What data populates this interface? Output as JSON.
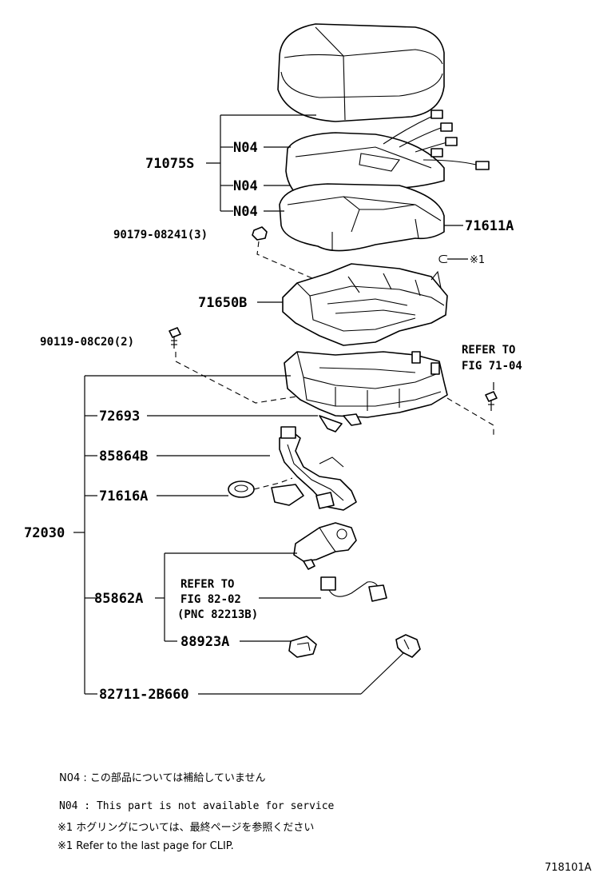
{
  "callouts": {
    "p71075S": "71075S",
    "n04_a": "N04",
    "n04_b": "N04",
    "n04_c": "N04",
    "p71611A": "71611A",
    "p90179": "90179-08241(3)",
    "clip_ref": "※1",
    "p71650B": "71650B",
    "p90119": "90119-08C20(2)",
    "refer_71_line1": "REFER TO",
    "refer_71_line2": "FIG 71-04",
    "p72693": "72693",
    "p85864B": "85864B",
    "p71616A": "71616A",
    "p72030": "72030",
    "refer_82_line1": "REFER TO",
    "refer_82_line2": "FIG 82-02",
    "refer_82_line3": "(PNC 82213B)",
    "p85862A": "85862A",
    "p88923A": "88923A",
    "p82711": "82711-2B660"
  },
  "notes": {
    "n04_jp": "N04 : この部品については補給していません",
    "n04_en": "N04 : This part is not available for service",
    "clip_jp": "※1 ホグリングについては、最終ページを参照ください",
    "clip_en": "※1 Refer to the last page for CLIP."
  },
  "figure_id": "718101A"
}
